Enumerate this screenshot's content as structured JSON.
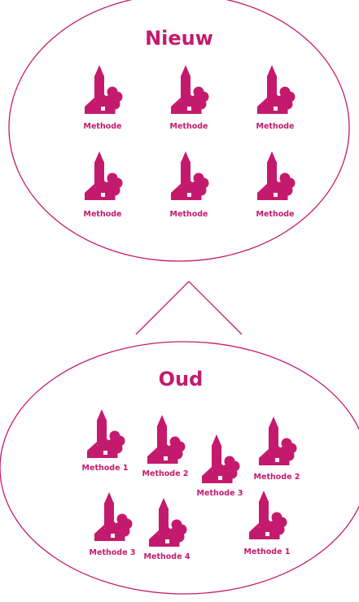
{
  "colors": {
    "accent": "#c41a6e",
    "background": "#ffffff"
  },
  "icon_name": "village-church-house-tree-icon",
  "groups": {
    "new": {
      "title": "Nieuw",
      "items": [
        {
          "label": "Methode"
        },
        {
          "label": "Methode"
        },
        {
          "label": "Methode"
        },
        {
          "label": "Methode"
        },
        {
          "label": "Methode"
        },
        {
          "label": "Methode"
        }
      ]
    },
    "old": {
      "title": "Oud",
      "items": [
        {
          "label": "Methode 1"
        },
        {
          "label": "Methode 2"
        },
        {
          "label": "Methode 3"
        },
        {
          "label": "Methode 2"
        },
        {
          "label": "Methode 3"
        },
        {
          "label": "Methode 4"
        },
        {
          "label": "Methode 1"
        }
      ]
    }
  }
}
